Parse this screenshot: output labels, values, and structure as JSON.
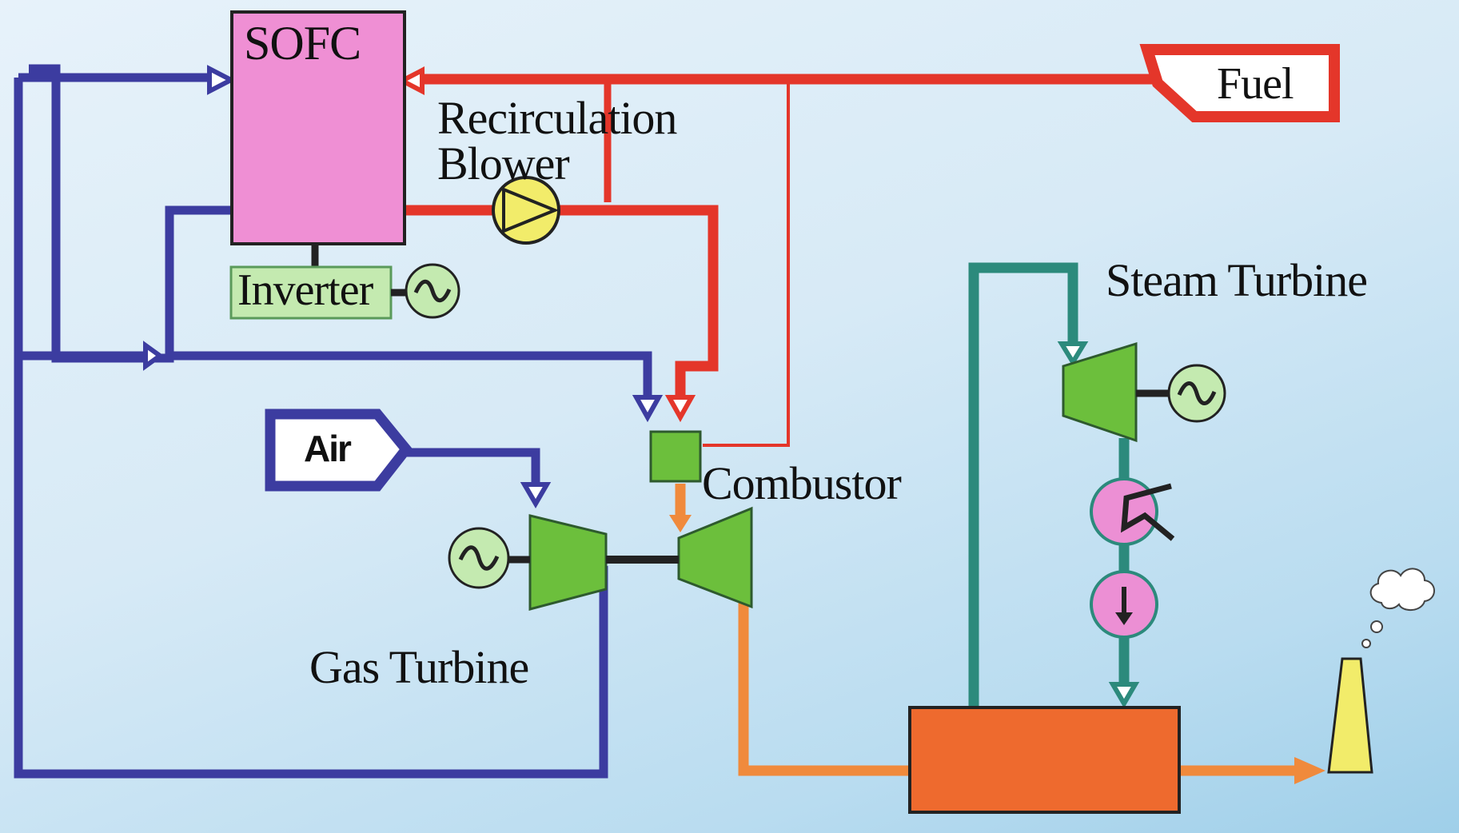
{
  "labels": {
    "sofc": "SOFC",
    "fuel": "Fuel",
    "recirculation_blower": "Recirculation Blower",
    "inverter": "Inverter",
    "air": "Air",
    "combustor": "Combustor",
    "gas_turbine": "Gas Turbine",
    "steam_turbine": "Steam Turbine"
  },
  "colors": {
    "fuel_line": "#e4362a",
    "air_line": "#3c3ca0",
    "steam_line": "#2c8a7c",
    "exhaust_line": "#f08a3c",
    "sofc_fill": "#ef8fd4",
    "turbine_fill": "#6cbf3c",
    "hrsg_fill": "#ee6a2e",
    "generator_fill": "#c4eab0",
    "pump_fill": "#ec8fd4",
    "stack_fill": "#f2ec6a"
  },
  "icons": [
    "generator-icon",
    "blower-icon",
    "condenser-icon",
    "pump-icon",
    "smoke-cloud-icon"
  ]
}
